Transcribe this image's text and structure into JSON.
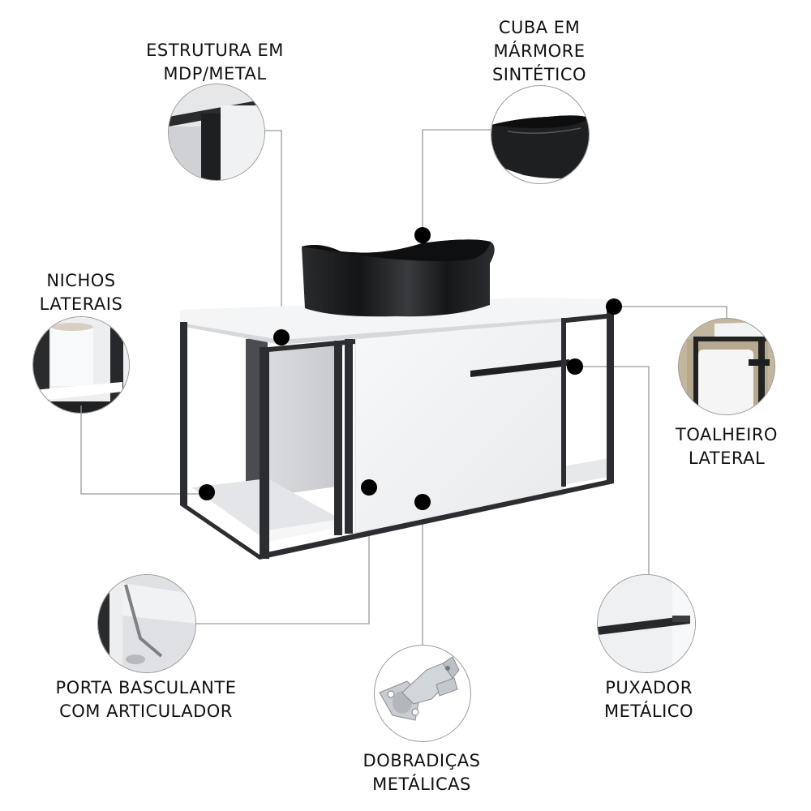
{
  "features": [
    {
      "id": "estrutura",
      "lines": [
        "ESTRUTURA EM",
        "MDP/METAL"
      ],
      "icon": "frame-corner-detail"
    },
    {
      "id": "cuba",
      "lines": [
        "CUBA EM",
        "MÁRMORE",
        "SINTÉTICO"
      ],
      "icon": "black-sink-detail"
    },
    {
      "id": "nichos",
      "lines": [
        "NICHOS",
        "LATERAIS"
      ],
      "icon": "toilet-paper-niche-detail"
    },
    {
      "id": "toalheiro",
      "lines": [
        "TOALHEIRO",
        "LATERAL"
      ],
      "icon": "towel-rail-detail"
    },
    {
      "id": "porta",
      "lines": [
        "PORTA BASCULANTE",
        "COM ARTICULADOR"
      ],
      "icon": "flap-door-hinge-detail"
    },
    {
      "id": "dobradicas",
      "lines": [
        "DOBRADIÇAS",
        "METÁLICAS"
      ],
      "icon": "metal-hinge-detail"
    },
    {
      "id": "puxador",
      "lines": [
        "PUXADOR",
        "METÁLICO"
      ],
      "icon": "metal-handle-detail"
    }
  ],
  "colors": {
    "frame": "#2b2d30",
    "panel": "#f2f3f5",
    "sink": "#1c1d1f",
    "callout_line": "#9a9a9a",
    "dot": "#000000"
  }
}
